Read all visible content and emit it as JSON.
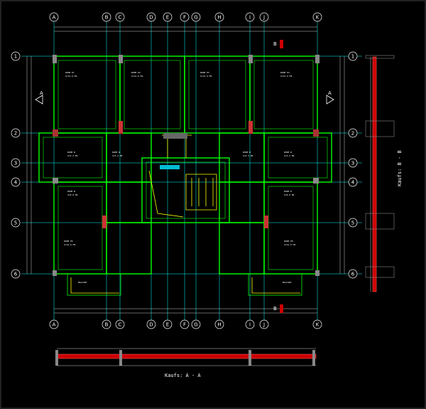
{
  "grid": {
    "columns": [
      "A",
      "B",
      "C",
      "D",
      "E",
      "F",
      "G",
      "H",
      "I",
      "J",
      "K"
    ],
    "rows": [
      "1",
      "2",
      "3",
      "4",
      "5",
      "6"
    ]
  },
  "section_marks": {
    "left_mark": "A",
    "right_mark": "A",
    "top_mark": "B",
    "bottom_mark": "B"
  },
  "captions": {
    "section_a": "Kaufs: A - A",
    "section_b": "Kaufs: B - B"
  },
  "colors": {
    "axis": "#00ffff",
    "wall": "#00ff00",
    "beam": "#ffff00",
    "column": "#ff4444",
    "section": "#cc0000",
    "dim": "#ffffff"
  }
}
